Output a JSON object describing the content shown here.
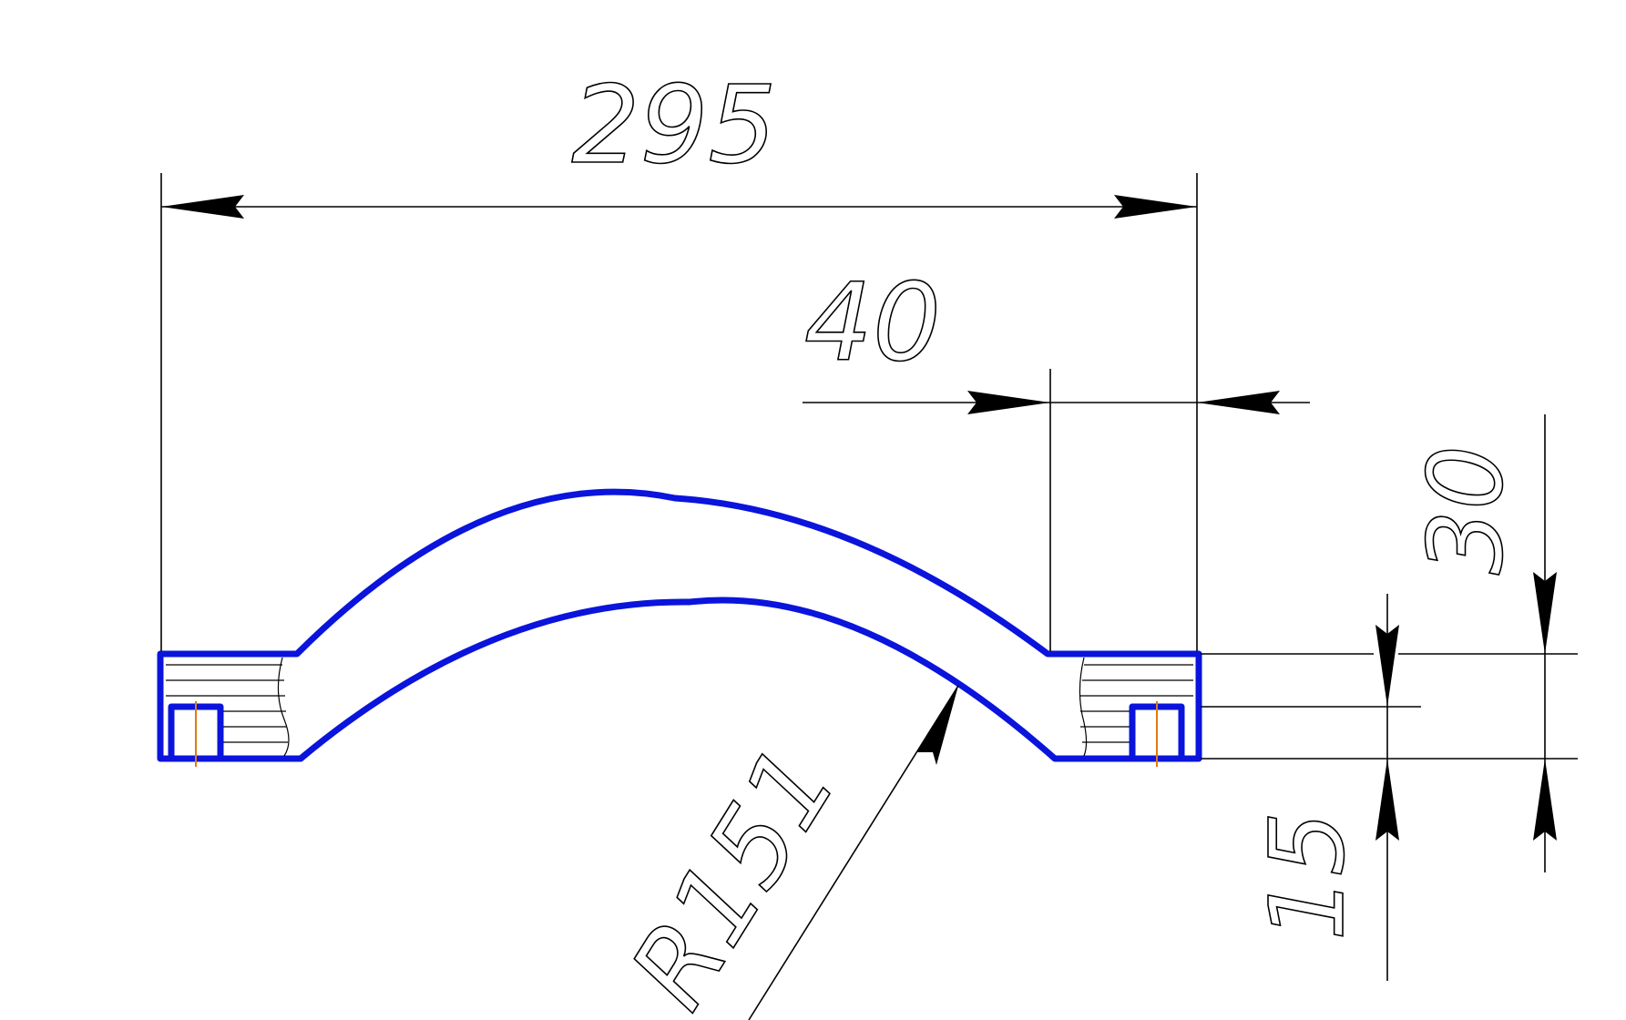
{
  "colors": {
    "outline": "#0a14dc",
    "dimension": "#000000",
    "centerline": "#e07a10",
    "background": "#ffffff"
  },
  "dimensions": {
    "overall_width": "295",
    "end_length": "40",
    "total_height": "30",
    "flange_thickness": "15",
    "arc_radius": "R151"
  }
}
